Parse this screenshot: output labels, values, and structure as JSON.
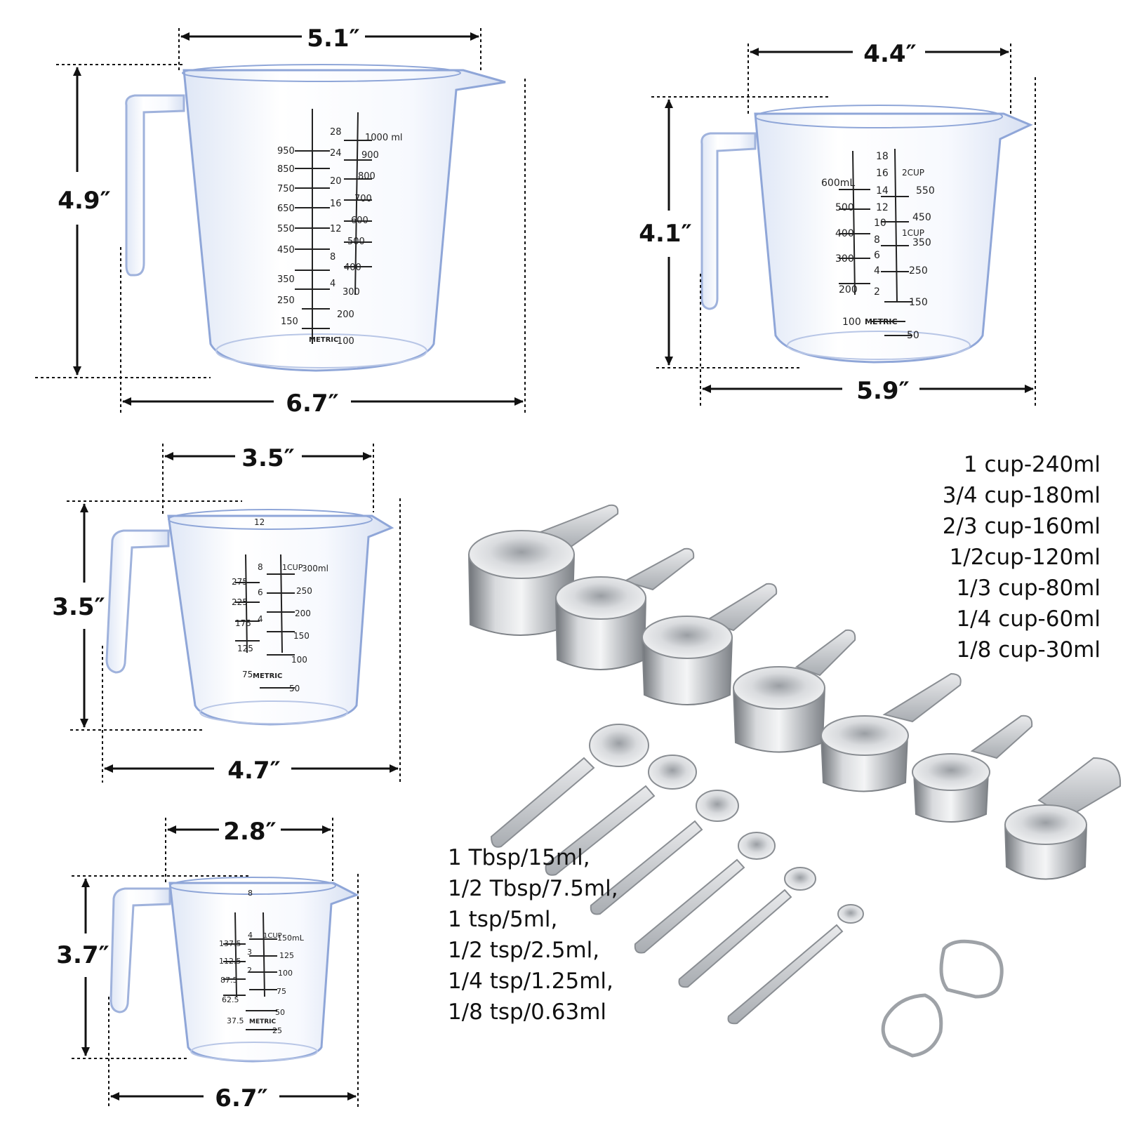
{
  "dimensions": {
    "jug1_top": "5.1″",
    "jug1_height": "4.9″",
    "jug1_bottom": "6.7″",
    "jug2_top": "4.4″",
    "jug2_height": "4.1″",
    "jug2_bottom": "5.9″",
    "jug3_top": "3.5″",
    "jug3_height": "3.5″",
    "jug3_bottom": "4.7″",
    "jug4_top": "2.8″",
    "jug4_height": "3.7″",
    "jug4_bottom": "6.7″"
  },
  "cup_sizes": [
    "1 cup-240ml",
    "3/4 cup-180ml",
    "2/3 cup-160ml",
    "1/2cup-120ml",
    "1/3 cup-80ml",
    "1/4 cup-60ml",
    "1/8 cup-30ml"
  ],
  "spoon_sizes": [
    "1 Tbsp/15ml,",
    "1/2 Tbsp/7.5ml,",
    "1 tsp/5ml,",
    "1/2 tsp/2.5ml,",
    "1/4 tsp/1.25ml,",
    "1/8 tsp/0.63ml"
  ],
  "jug_markings": {
    "jug1": [
      "950",
      "850",
      "750",
      "650",
      "550",
      "450",
      "350",
      "250",
      "150",
      "1000 ml",
      "900",
      "800",
      "700",
      "600",
      "500",
      "400",
      "300",
      "200",
      "100",
      "28",
      "24",
      "20",
      "16",
      "12",
      "8",
      "4",
      "METRIC"
    ],
    "jug2": [
      "600mL",
      "500",
      "400",
      "300",
      "200",
      "100",
      "550",
      "450",
      "350",
      "250",
      "150",
      "50",
      "18",
      "16",
      "14",
      "12",
      "10",
      "8",
      "6",
      "4",
      "2",
      "2CUP",
      "1CUP",
      "METRIC"
    ],
    "jug3": [
      "275",
      "225",
      "175",
      "125",
      "75",
      "300ml",
      "250",
      "200",
      "150",
      "100",
      "50",
      "12",
      "8",
      "6",
      "4",
      "1CUP",
      "METRIC"
    ],
    "jug4": [
      "137.5",
      "112.5",
      "87.5",
      "62.5",
      "37.5",
      "150mL",
      "125",
      "100",
      "75",
      "50",
      "25",
      "8",
      "4",
      "3",
      "2",
      "1CUP",
      "METRIC"
    ]
  },
  "colors": {
    "steel_light": "#f2f2f2",
    "steel_mid": "#b9bcc0",
    "steel_dark": "#6f7378",
    "plastic_edge": "#8fa6d8",
    "ink": "#111111"
  }
}
